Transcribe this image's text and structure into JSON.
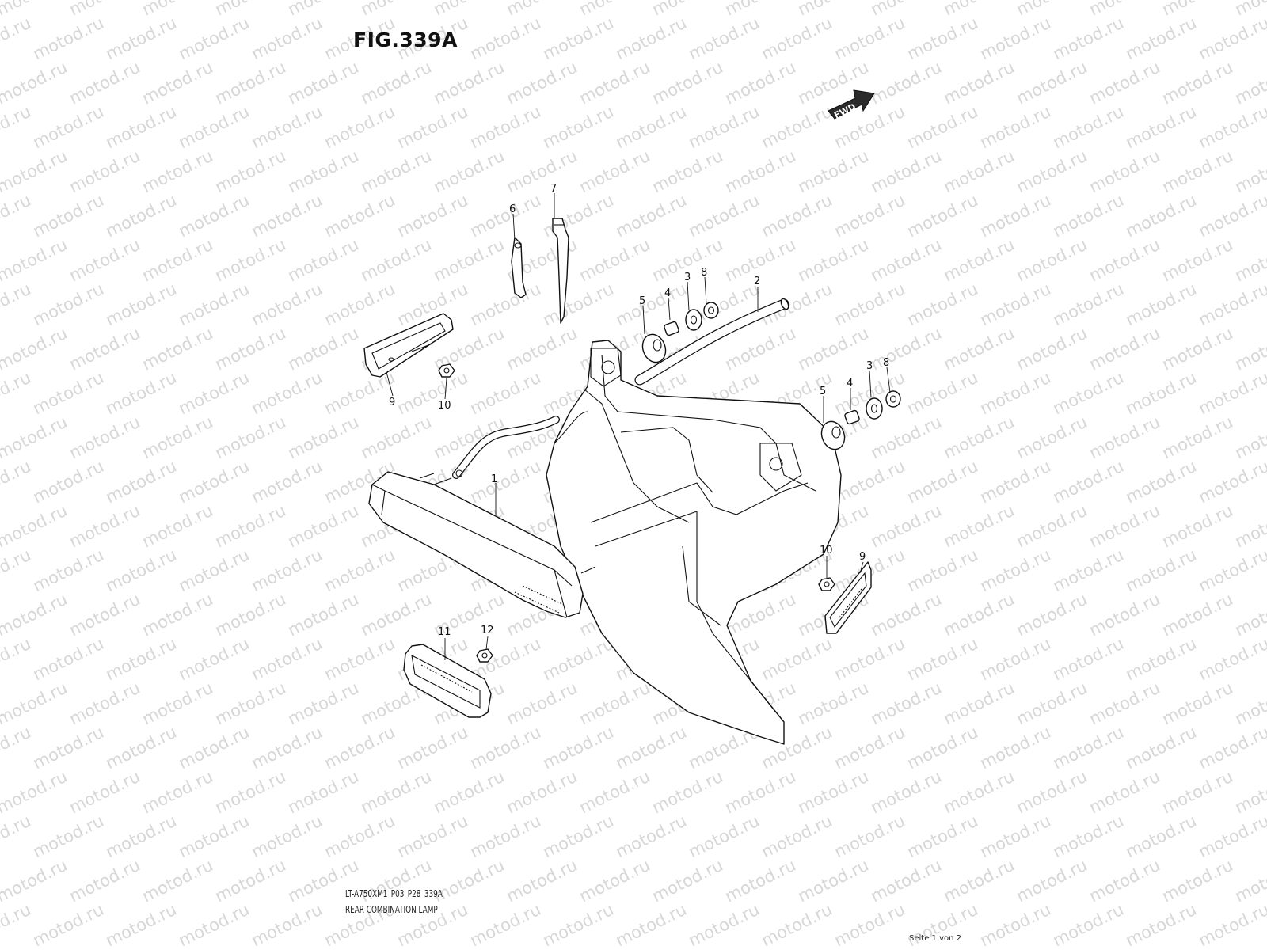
{
  "figure": {
    "title": "FIG.339A",
    "model_code": "LT-A750XM1_P03_P28_339A",
    "name": "REAR COMBINATION LAMP"
  },
  "direction_badge": {
    "label": "FWD"
  },
  "watermark": {
    "text": "motod.ru"
  },
  "page_indicator": "Seite 1 von 2",
  "callouts": {
    "c1": "1",
    "c2": "2",
    "c3_upper": "3",
    "c3_lower": "3",
    "c4_upper": "4",
    "c4_lower": "4",
    "c5_upper": "5",
    "c5_lower": "5",
    "c6": "6",
    "c7": "7",
    "c8_upper": "8",
    "c8_lower": "8",
    "c9_left": "9",
    "c9_right": "9",
    "c10_left": "10",
    "c10_right": "10",
    "c11": "11",
    "c12": "12"
  }
}
